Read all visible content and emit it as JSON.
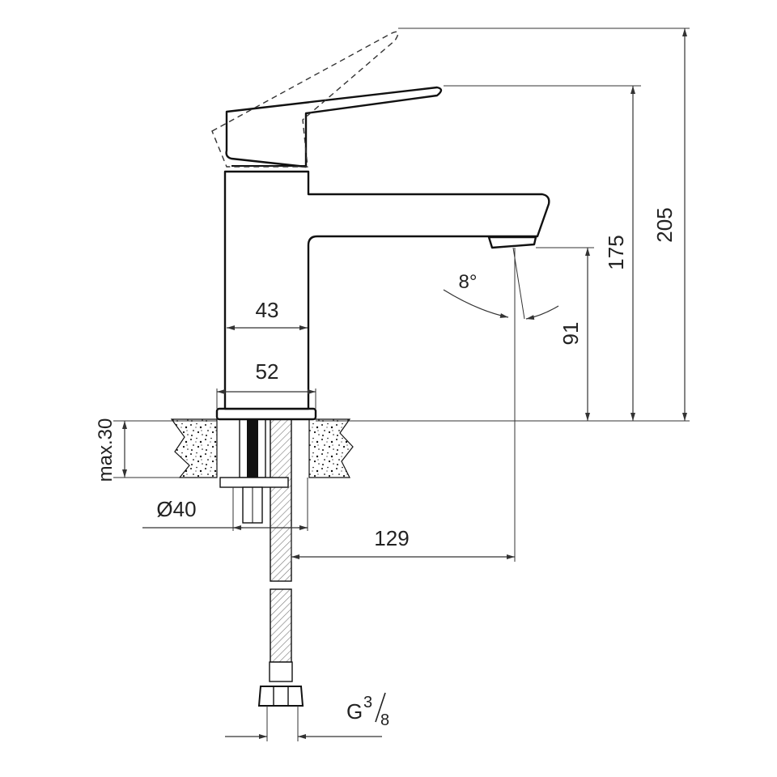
{
  "dimensions": {
    "total_height": "205",
    "handle_height": "175",
    "spout_height": "91",
    "body_width_inner": "43",
    "body_width_outer": "52",
    "max_thickness": "max.30",
    "hole_diameter": "Ø40",
    "spout_reach": "129",
    "spout_angle": "8°",
    "thread": "G",
    "thread_num": "3",
    "thread_den": "8"
  },
  "colors": {
    "line": "#111111",
    "hatch": "#777777",
    "background": "#ffffff"
  }
}
